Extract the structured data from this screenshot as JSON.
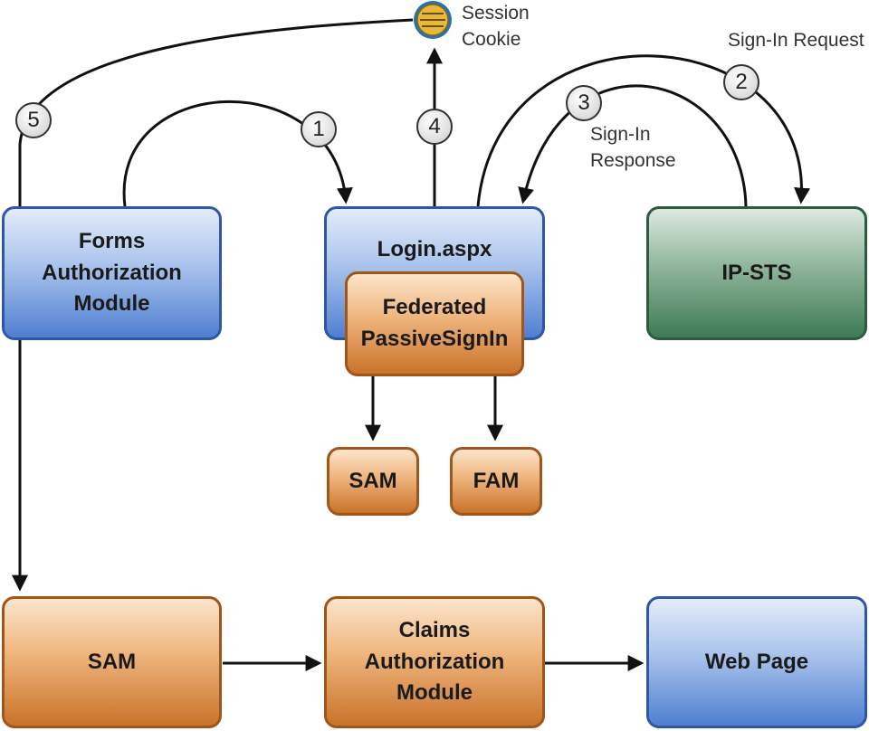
{
  "boxes": {
    "forms_auth": "Forms\nAuthorization\nModule",
    "login": "Login.aspx",
    "federated": "Federated\nPassiveSignIn",
    "ip_sts": "IP-STS",
    "sam_small": "SAM",
    "fam_small": "FAM",
    "sam_bottom": "SAM",
    "claims_auth": "Claims\nAuthorization\nModule",
    "web_page": "Web Page"
  },
  "labels": {
    "session_cookie": "Session\nCookie",
    "sign_in_request": "Sign-In Request",
    "sign_in_response": "Sign-In\nResponse"
  },
  "steps": [
    "1",
    "2",
    "3",
    "4",
    "5"
  ],
  "icons": {
    "cookie": "session-cookie-icon"
  },
  "colors": {
    "blue": "#4f7fd1",
    "green": "#3e7a55",
    "orange": "#c9732a",
    "arrow": "#111111",
    "cookie": "#e8b83a"
  }
}
